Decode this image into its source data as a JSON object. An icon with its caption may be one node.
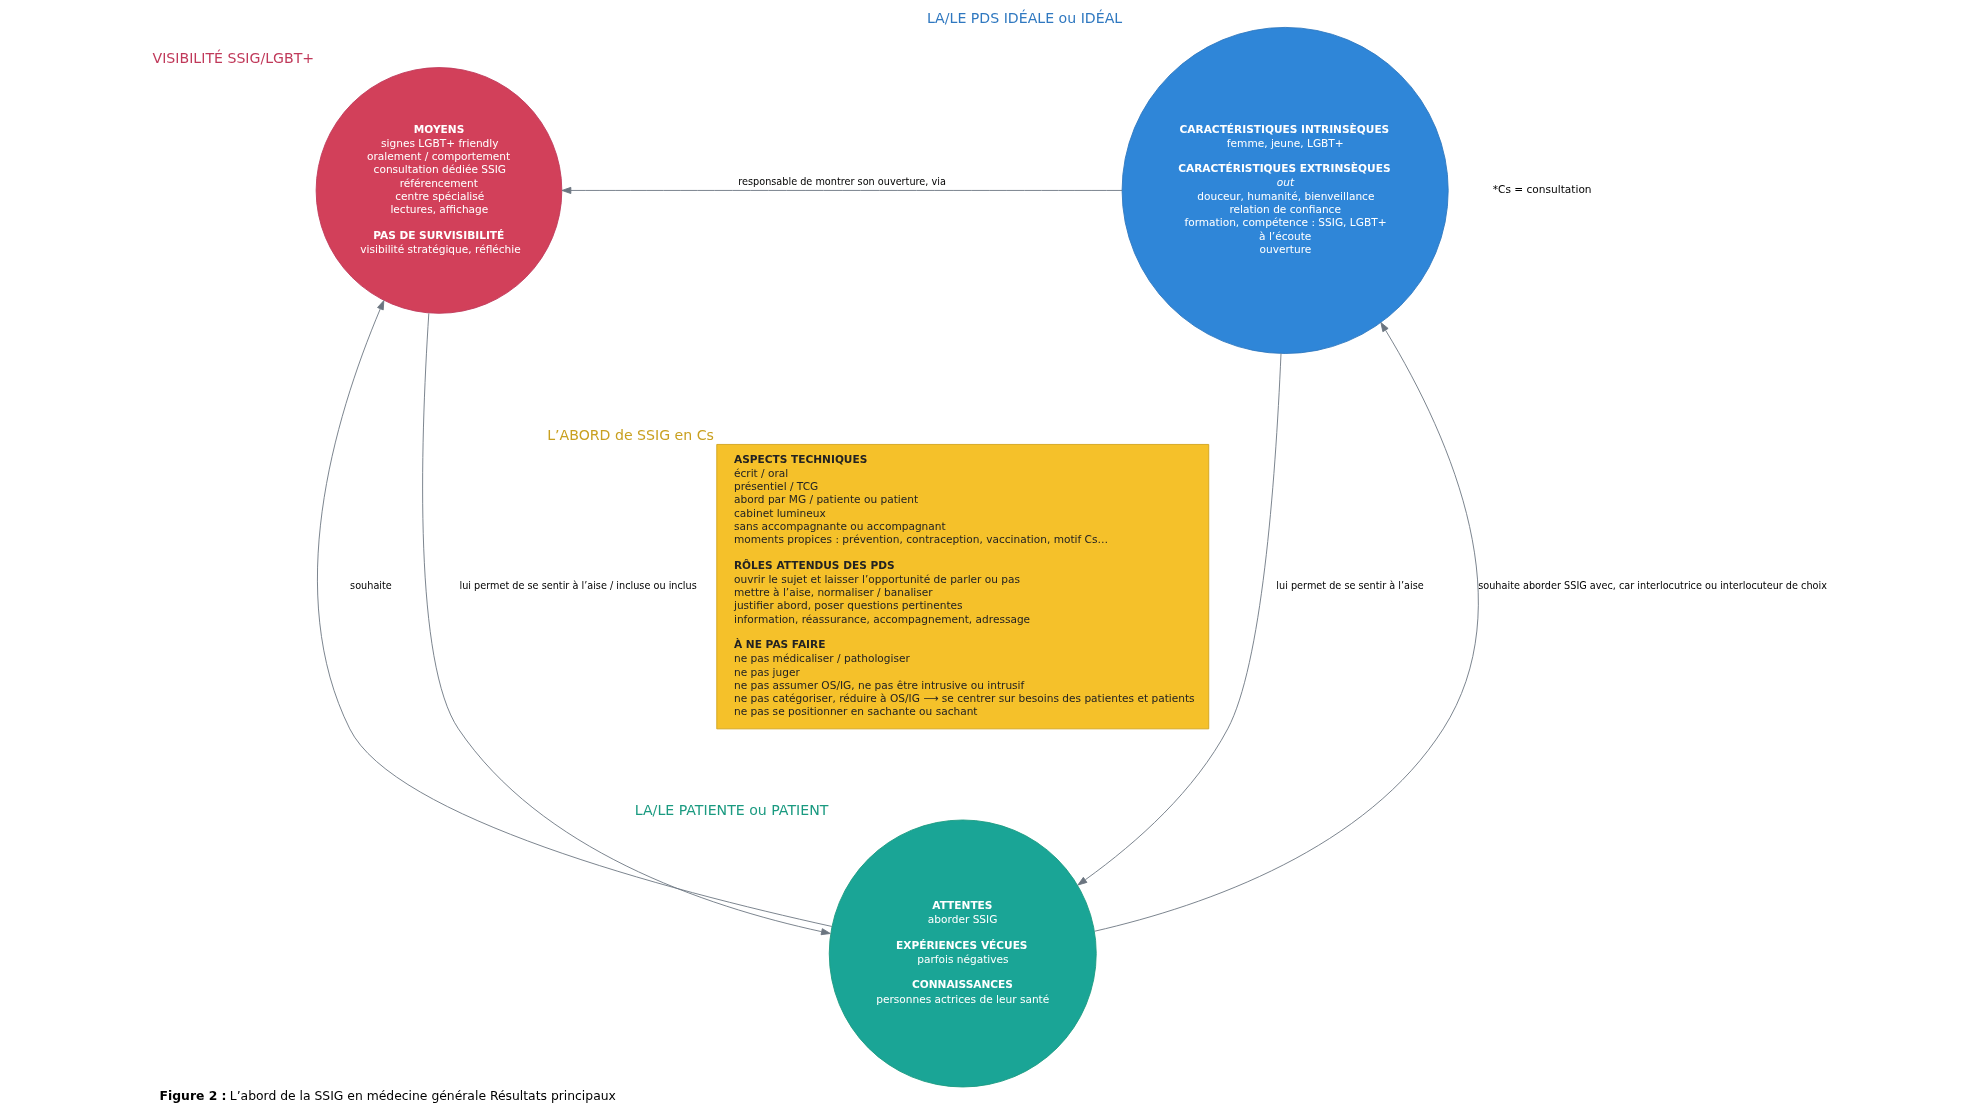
{
  "diagram": {
    "caption": "**Figure 2 :** L’abord de la SSIG en médecine générale Résultats principaux",
    "nodes": [
      {
        "text": [
          "VISIBILITÉ SSIG/LGBT+",
          "MOYENS",
          "signes LGBT+ friendly",
          "oralement / comportement",
          "consultation dédiée SSIG",
          "référencement",
          "centre spécialisé",
          "lectures, affichage",
          "PAS DE SURVISIBILITÉ",
          "visibilité stratégique, réfléchie"
        ]
      },
      {
        "text": [
          "L’ABORD de SSIG en Cs",
          "ASPECTS TECHNIQUES",
          "écrit / oral",
          "présentiel / TCG",
          "abord par MG / patiente ou patient",
          "cabinet lumineux",
          "sans accompagnante ou accompagnant",
          "moments propices : prévention, contraception, vaccination, motif Cs…",
          "RÔLES ATTENDUS DES PDS",
          "ouvrir le sujet et laisser l’opportunité de parler ou pas",
          "mettre à l’aise, normaliser / banaliser",
          "justifier abord, poser questions pertinentes",
          "information, réassurance, accompagnement, adressage",
          "À NE PAS FAIRE",
          "ne pas médicaliser / pathologiser",
          "ne pas juger",
          "ne pas assumer OS/IG, ne pas être intrusive ou intrusif",
          "ne pas catégoriser, réduire à OS/IG ⟶ se centrer sur besoins des patientes et patients",
          "ne pas se positionner en sachante ou sachant"
        ]
      },
      {
        "text": [
          "LA/LE PDS IDÉALE ou IDÉAL",
          "CARACTÉRISTIQUES INTRINSÈQUES",
          "femme, jeune, LGBT+",
          "CARACTÉRISTIQUES EXTRINSÈQUES",
          "out",
          "douceur, humanité, bienveillance",
          "relation de confiance",
          "formation, compétence : SSIG, LGBT+",
          "à l’écoute",
          "ouverture"
        ]
      },
      {
        "text": [
          "ATTENTES",
          "aborder SSIG",
          "EXPÉRIENCES VÉCUES",
          "parfois négatives",
          "CONNAISSANCES",
          "personnes actrices de leur santé",
          "LA/LE PATIENTE ou PATIENT"
        ]
      }
    ],
    "edges": [
      {
        "from": 2,
        "to": 0,
        "arrow": "to",
        "label": "responsable de montrer son ouverture, via"
      },
      {
        "from": 3,
        "to": 0,
        "arrow": "to",
        "label": "souhaite"
      },
      {
        "from": 0,
        "to": 3,
        "arrow": "to",
        "label": "lui permet de se sentir à l’aise / incluse ou inclus"
      },
      {
        "from": 3,
        "to": 2,
        "arrow": "to",
        "label": "souhaite aborder SSIG avec, car interlocutrice ou interlocuteur de choix"
      },
      {
        "from": 2,
        "to": 3,
        "arrow": "to",
        "label": "lui permet de se sentir à l’aise"
      }
    ],
    "labels": [
      "*Cs = consultation"
    ]
  }
}
